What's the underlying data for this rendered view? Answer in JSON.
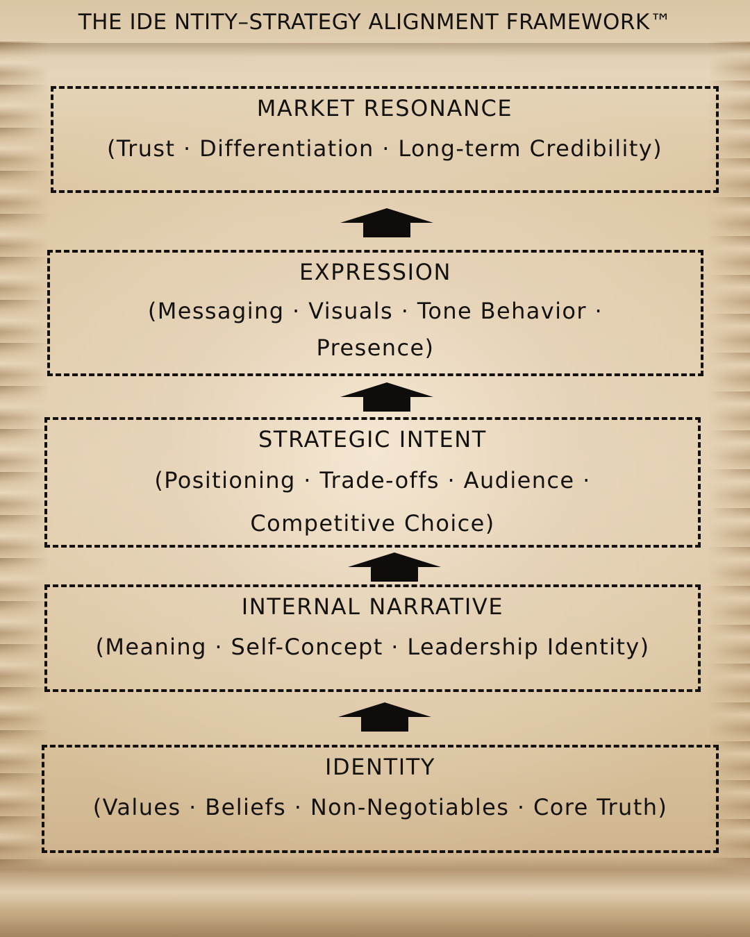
{
  "title": "THE IDE NTITY–STRATEGY ALIGNMENT FRAMEWORK™",
  "layers": [
    {
      "name": "MARKET RESONANCE",
      "detail": "(Trust · Differentiation · Long-term Credibility)"
    },
    {
      "name": "EXPRESSION",
      "detail": "(Messaging · Visuals · Tone Behavior · Presence)"
    },
    {
      "name": "STRATEGIC INTENT",
      "detail": "(Positioning · Trade-offs · Audience · Competitive Choice)"
    },
    {
      "name": "INTERNAL NARRATIVE",
      "detail": "(Meaning · Self-Concept · Leadership Identity)"
    },
    {
      "name": "IDENTITY",
      "detail": "(Values · Beliefs · Non-Negotiables · Core Truth)"
    }
  ],
  "colors": {
    "ink": "#141210",
    "parchment": "#e3d0b1",
    "parchment_edge": "#a07c52"
  },
  "icons": [
    "up-arrow-icon"
  ]
}
